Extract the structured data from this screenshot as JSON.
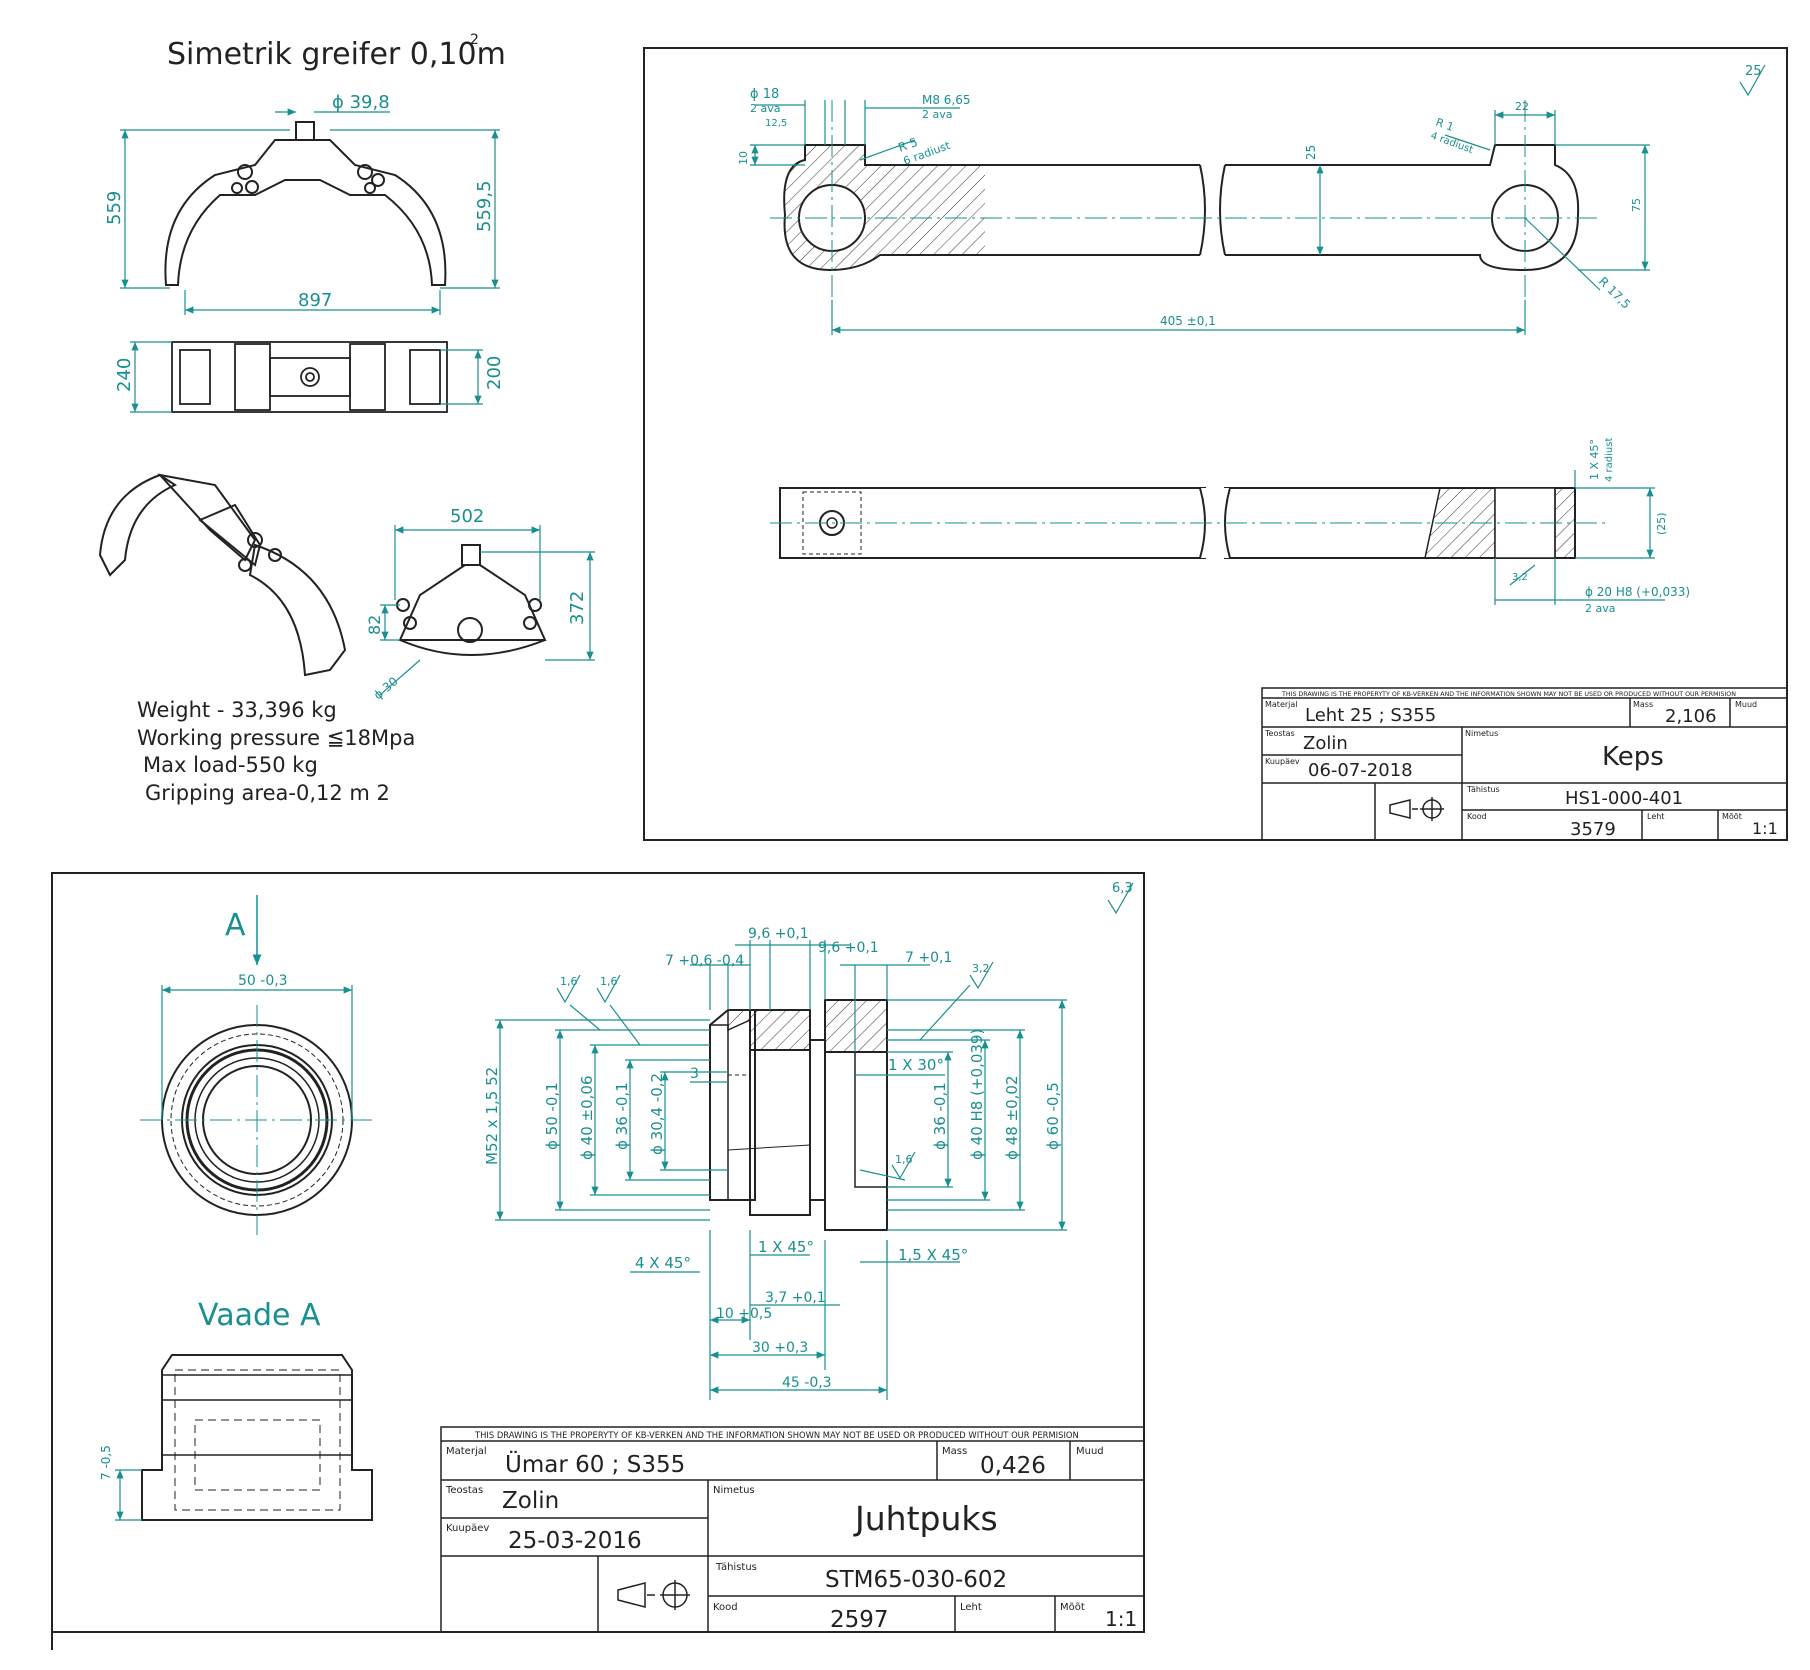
{
  "colors": {
    "dimension": "#1a8f8f",
    "line": "#222222",
    "hatch": "#333333"
  },
  "grapple": {
    "title": "Simetrik greifer 0,10m",
    "title_sup": "2",
    "dim_dia": "ϕ 39,8",
    "dim_left": "559",
    "dim_right": "559,5",
    "dim_width": "897",
    "dim_plan_left": "240",
    "dim_plan_right": "200",
    "dim_side_width": "502",
    "dim_side_height": "372",
    "dim_side_small": "82",
    "dim_side_dia": "ϕ 30",
    "spec_weight": "Weight - 33,396 kg",
    "spec_pressure": "Working pressure ≦18Mpa",
    "spec_load": "Max load-550 kg",
    "spec_area": "Gripping area-0,12 m 2"
  },
  "keps": {
    "roughness": "25",
    "dim_d18": "ϕ 18",
    "dim_d18_note": "2 ava",
    "dim_125": "12,5",
    "dim_10": "10",
    "dim_m8": "M8 6,65",
    "dim_m8_note": "2 ava",
    "dim_r5": "R 5",
    "dim_r5_note": "6 radiust",
    "dim_25": "25",
    "dim_r1": "R 1",
    "dim_r1_note": "4 radiust",
    "dim_22": "22",
    "dim_75": "75",
    "dim_r175": "R 17,5",
    "dim_405": "405 ±0,1",
    "dim_chamfer": "1 X 45°",
    "dim_chamfer_note": "4 radiust",
    "dim_25p": "(25)",
    "dim_32": "3,2",
    "dim_d20": "ϕ 20 H8 (+0,033)",
    "dim_d20_note": "2 ava",
    "tb": {
      "notice": "THIS DRAWING IS THE PROPERYTY OF KB-VERKEN AND THE INFORMATION SHOWN MAY NOT BE USED OR PRODUCED WITHOUT OUR PERMISION",
      "lbl_material": "Materjal",
      "material": "Leht 25 ; S355",
      "lbl_mass": "Mass",
      "mass": "2,106",
      "lbl_muud": "Muud",
      "lbl_teostas": "Teostas",
      "teostas": "Zolin",
      "lbl_nimetus": "Nimetus",
      "nimetus": "Keps",
      "lbl_kuupaev": "Kuupäev",
      "kuupaev": "06-07-2018",
      "lbl_tahistus": "Tähistus",
      "tahistus": "HS1-000-401",
      "lbl_kood": "Kood",
      "kood": "3579",
      "lbl_leht": "Leht",
      "lbl_moot": "Mõõt",
      "moot": "1:1"
    }
  },
  "juhtpuks": {
    "roughness": "6,3",
    "view_a": "A",
    "dim_50": "50 -0,3",
    "vaade": "Vaade A",
    "dim_7side": "7 -0,5",
    "dim_7a": "7 +0,6 -0,4",
    "dim_96a": "9,6 +0,1",
    "dim_96b": "9,6 +0,1",
    "dim_7b": "7 +0,1",
    "dim_16a": "1,6",
    "dim_16b": "1,6",
    "dim_32": "3,2",
    "dim_16c": "1,6",
    "dim_m52": "M52 x 1,5 52",
    "dim_d50": "ϕ 50 -0,1",
    "dim_d40": "ϕ 40 ±0,06",
    "dim_d36a": "ϕ 36 -0,1",
    "dim_d304": "ϕ 30,4 -0,2",
    "dim_3": "3",
    "dim_1x30": "1 X 30°",
    "dim_d36b": "ϕ 36 -0,1",
    "dim_d40h8": "ϕ 40 H8 (+0,039)",
    "dim_d48": "ϕ 48 ±0,02",
    "dim_d60": "ϕ 60 -0,5",
    "dim_1x45": "1 X 45°",
    "dim_4x45": "4 X 45°",
    "dim_15x45": "1,5 X 45°",
    "dim_10": "10 +0,5",
    "dim_37": "3,7 +0,1",
    "dim_30": "30 +0,3",
    "dim_45": "45 -0,3",
    "tb": {
      "notice": "THIS DRAWING IS THE PROPERYTY OF KB-VERKEN AND THE INFORMATION SHOWN MAY NOT BE USED OR PRODUCED WITHOUT OUR PERMISION",
      "lbl_material": "Materjal",
      "material": "Ümar 60 ; S355",
      "lbl_mass": "Mass",
      "mass": "0,426",
      "lbl_muud": "Muud",
      "lbl_teostas": "Teostas",
      "teostas": "Zolin",
      "lbl_nimetus": "Nimetus",
      "nimetus": "Juhtpuks",
      "lbl_kuupaev": "Kuupäev",
      "kuupaev": "25-03-2016",
      "lbl_tahistus": "Tähistus",
      "tahistus": "STM65-030-602",
      "lbl_kood": "Kood",
      "kood": "2597",
      "lbl_leht": "Leht",
      "lbl_moot": "Mõõt",
      "moot": "1:1"
    }
  }
}
